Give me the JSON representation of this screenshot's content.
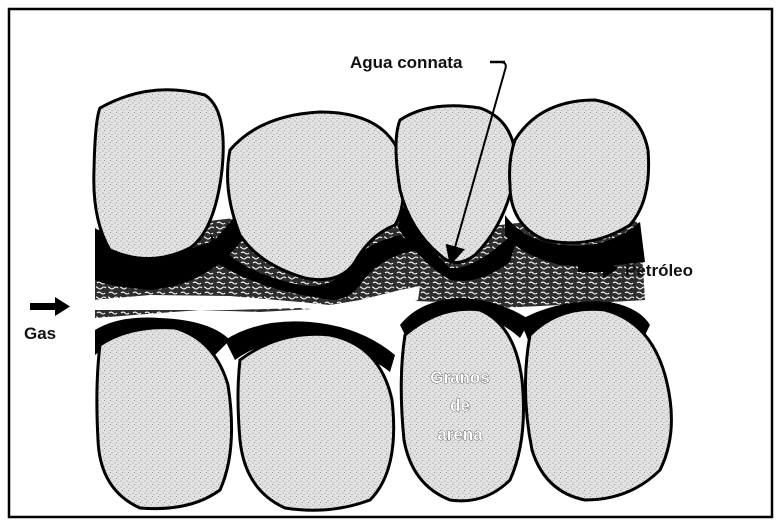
{
  "labels": {
    "agua_connata": "Agua connata",
    "petroleo": "Petróleo",
    "gas": "Gas",
    "granos_line1": "Granos",
    "granos_line2": "de",
    "granos_line3": "arena"
  },
  "colors": {
    "frame": "#000000",
    "grain_fill": "#d9d9d9",
    "oil": "#3a3a3a",
    "water": "#000000",
    "background": "#ffffff"
  }
}
